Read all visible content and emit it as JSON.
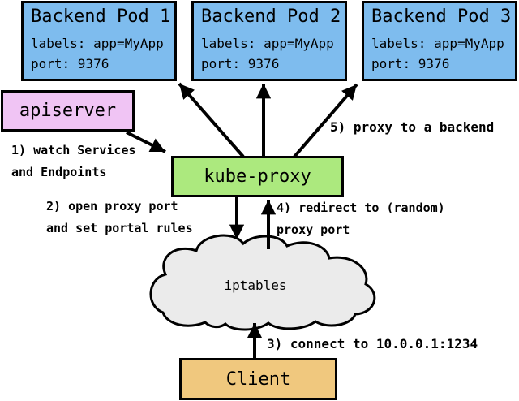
{
  "colors": {
    "pod_fill": "#7EBCEE",
    "apiserver_fill": "#F0C4F4",
    "kube_proxy_fill": "#ACE97E",
    "client_fill": "#F0C87E",
    "cloud_fill": "#EBEBEB",
    "line_color": "#000000"
  },
  "pods": [
    {
      "title": "Backend Pod 1",
      "labels": "labels: app=MyApp",
      "port": "port: 9376"
    },
    {
      "title": "Backend Pod 2",
      "labels": "labels: app=MyApp",
      "port": "port: 9376"
    },
    {
      "title": "Backend Pod 3",
      "labels": "labels: app=MyApp",
      "port": "port: 9376"
    }
  ],
  "nodes": {
    "apiserver": "apiserver",
    "kube_proxy": "kube-proxy",
    "iptables": "iptables",
    "client": "Client"
  },
  "annotations": {
    "step1": "1) watch Services\nand Endpoints",
    "step2": "2) open proxy port\nand set portal rules",
    "step3": "3) connect to 10.0.0.1:1234",
    "step4": "4) redirect to (random)\nproxy port",
    "step5": "5) proxy to a backend"
  }
}
